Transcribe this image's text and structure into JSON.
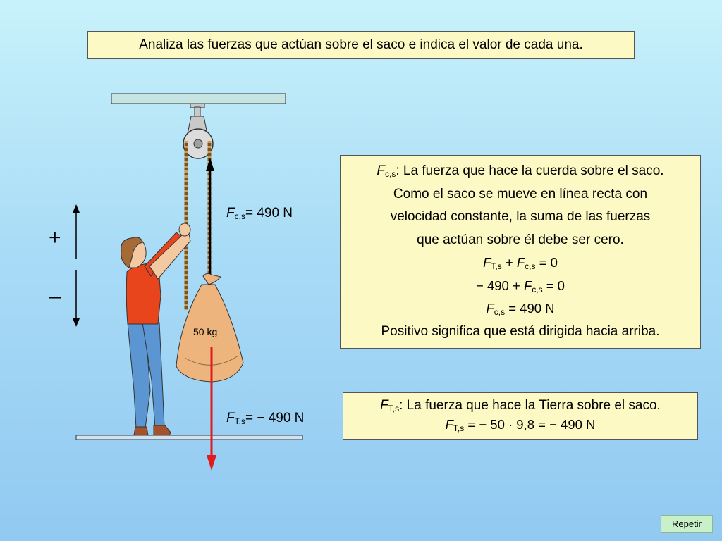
{
  "instruction": "Analiza las fuerzas que actúan sobre el saco e indica el valor de cada una.",
  "diagram": {
    "fcs_label": {
      "sym": "F",
      "sub": "c,s",
      "rest": "= 490 N"
    },
    "fts_label": {
      "sym": "F",
      "sub": "T,s",
      "rest": "= − 490 N"
    },
    "mass_label": "50 kg",
    "plus_sign": "+",
    "minus_sign": "–",
    "colors": {
      "rope_force_arrow": "#000000",
      "weight_arrow": "#e01b1b",
      "sack": "#eeb47d",
      "shirt": "#e8451c",
      "pants": "#5b95d2"
    }
  },
  "explanation": {
    "line1": {
      "sym": "F",
      "sub": "c,s",
      "rest": ": La fuerza que hace la cuerda sobre el saco."
    },
    "line2": "Como el saco se mueve en línea recta con",
    "line3": "velocidad constante, la suma de las fuerzas",
    "line4": "que actúan sobre él debe ser cero.",
    "eq1": {
      "s1": "F",
      "sub1": "T,s",
      "mid": " + ",
      "s2": "F",
      "sub2": "c,s",
      "rest": " = 0"
    },
    "eq2": {
      "pre": "− 490 + ",
      "s": "F",
      "sub": "c,s",
      "rest": " = 0"
    },
    "eq3": {
      "s": "F",
      "sub": "c,s",
      "rest": " = 490 N"
    },
    "line5": "Positivo significa que está dirigida hacia arriba."
  },
  "earth": {
    "line1": {
      "sym": "F",
      "sub": "T,s",
      "rest": ": La fuerza que hace la Tierra sobre el saco."
    },
    "line2": {
      "sym": "F",
      "sub": "T,s",
      "rest": " = − 50 · 9,8 = − 490 N"
    }
  },
  "repeat_button": "Repetir"
}
